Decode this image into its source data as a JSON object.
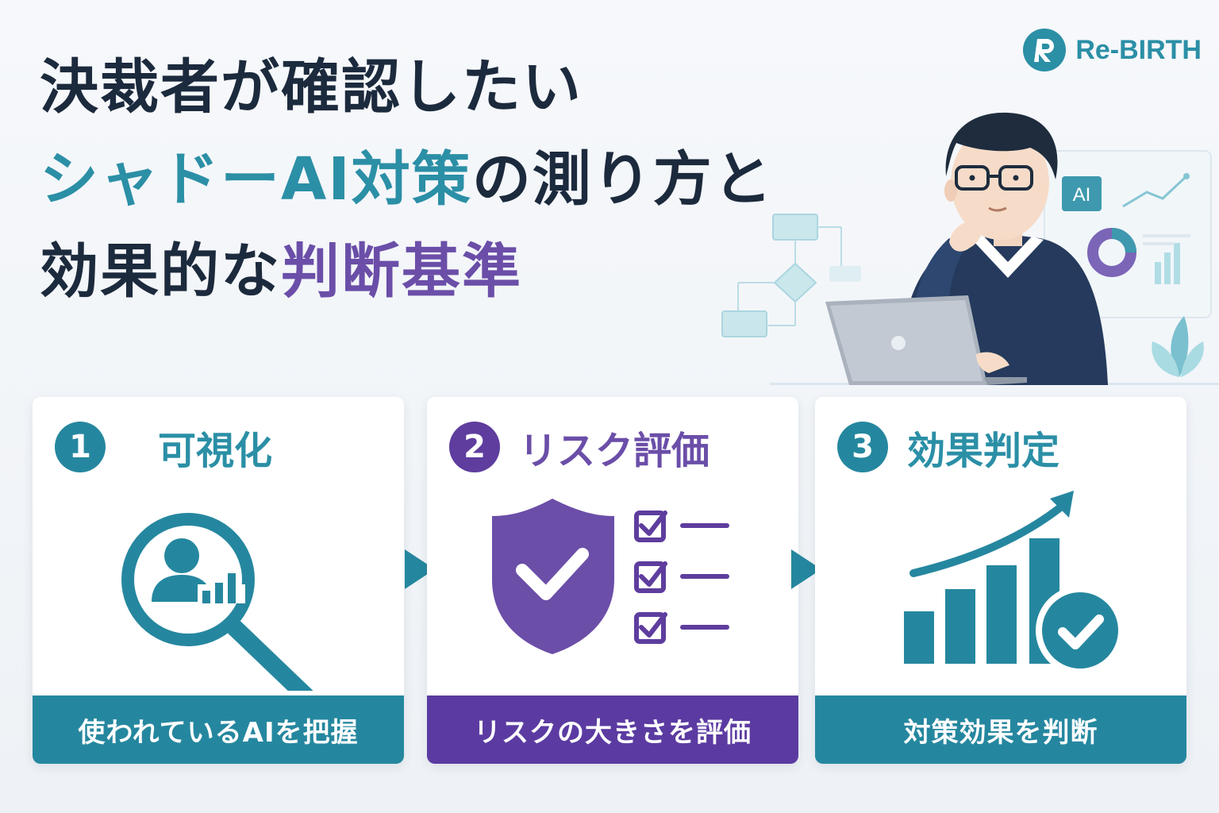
{
  "headline": {
    "line1": "決裁者が確認したい",
    "line2_teal": "シャドーAI対策",
    "line2_dark": "の測り方と",
    "line3_dark": "効果的な",
    "line3_purple": "判断基準"
  },
  "logo": {
    "text": "Re-BIRTH",
    "icon": "r-logo-icon"
  },
  "illustration": {
    "screen_label": "AI"
  },
  "steps": [
    {
      "number": "1",
      "title": "可視化",
      "caption": "使われているAIを把握",
      "icon": "magnifier-user-chart-icon",
      "color": "#25879f"
    },
    {
      "number": "2",
      "title": "リスク評価",
      "caption": "リスクの大きさを評価",
      "icon": "shield-check-checklist-icon",
      "color": "#5e3d9e"
    },
    {
      "number": "3",
      "title": "効果判定",
      "caption": "対策効果を判断",
      "icon": "rising-bar-chart-check-icon",
      "color": "#25879f"
    }
  ],
  "colors": {
    "teal": "#2b8fa6",
    "purple": "#6b4ea8",
    "dark": "#1c2a3d"
  }
}
